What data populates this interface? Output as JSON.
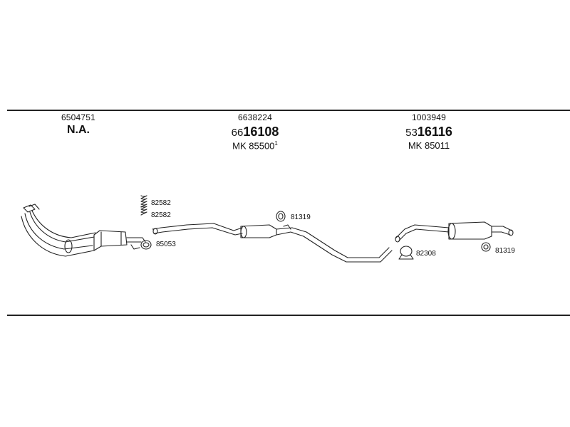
{
  "columns": [
    {
      "ref": "6504751",
      "main": "N.A."
    },
    {
      "ref": "6638224",
      "main_prefix": "66",
      "main_bold": "16108",
      "mk_prefix": "MK ",
      "mk_number": "85500",
      "mk_sup": "1"
    },
    {
      "ref": "1003949",
      "main_prefix": "53",
      "main_bold": "16116",
      "mk_prefix": "MK ",
      "mk_number": "85011"
    }
  ],
  "parts": {
    "spring_top": "82582",
    "spring_bottom": "82582",
    "ring_gasket": "85053",
    "hanger_mid": "81319",
    "clamp": "82308",
    "hanger_rear": "81319"
  }
}
